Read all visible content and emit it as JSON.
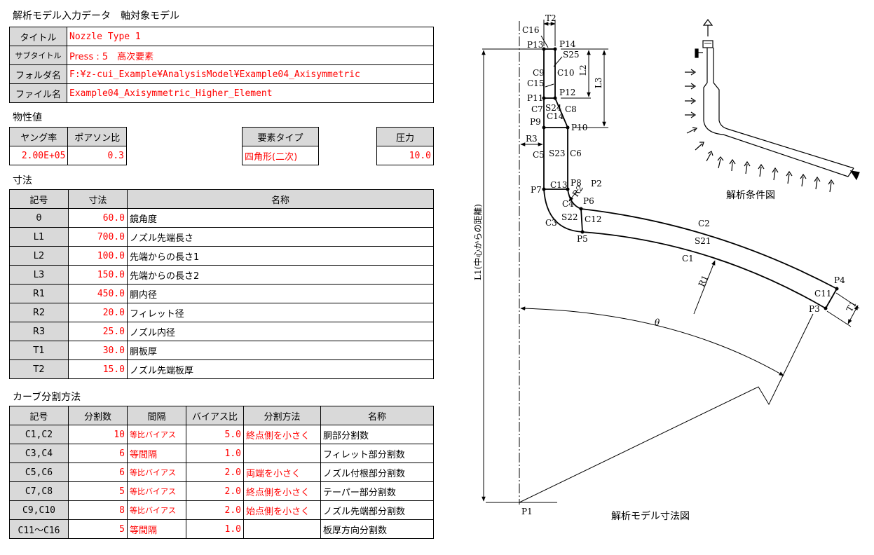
{
  "page_title": "解析モデル入力データ　軸対象モデル",
  "info": [
    {
      "label": "タイトル",
      "value": "Nozzle Type 1"
    },
    {
      "label": "サブタイトル",
      "value": "Press : 5　高次要素"
    },
    {
      "label": "フォルダ名",
      "value": "F:¥z-cui_Example¥AnalysisModel¥Example04_Axisymmetric"
    },
    {
      "label": "ファイル名",
      "value": "Example04_Axisymmetric_Higher_Element"
    }
  ],
  "material_heading": "物性値",
  "material": {
    "young_label": "ヤング率",
    "young_value": "2.00E+05",
    "poisson_label": "ポアソン比",
    "poisson_value": "0.3",
    "element_label": "要素タイプ",
    "element_value": "四角形(二次)",
    "pressure_label": "圧力",
    "pressure_value": "10.0"
  },
  "dims_heading": "寸法",
  "dims_headers": [
    "記号",
    "寸法",
    "名称"
  ],
  "dims": [
    {
      "sym": "θ",
      "val": "60.0",
      "name": "鏡角度"
    },
    {
      "sym": "L1",
      "val": "700.0",
      "name": "ノズル先端長さ"
    },
    {
      "sym": "L2",
      "val": "100.0",
      "name": "先端からの長さ1"
    },
    {
      "sym": "L3",
      "val": "150.0",
      "name": "先端からの長さ2"
    },
    {
      "sym": "R1",
      "val": "450.0",
      "name": "胴内径"
    },
    {
      "sym": "R2",
      "val": "20.0",
      "name": "フィレット径"
    },
    {
      "sym": "R3",
      "val": "25.0",
      "name": "ノズル内径"
    },
    {
      "sym": "T1",
      "val": "30.0",
      "name": "胴板厚"
    },
    {
      "sym": "T2",
      "val": "15.0",
      "name": "ノズル先端板厚"
    }
  ],
  "curve_heading": "カーブ分割方法",
  "curve_headers": [
    "記号",
    "分割数",
    "間隔",
    "バイアス比",
    "分割方法",
    "名称"
  ],
  "curves": [
    {
      "sym": "C1,C2",
      "div": "10",
      "interval": "等比バイアス",
      "bias": "5.0",
      "method": "終点側を小さく",
      "name": "胴部分割数"
    },
    {
      "sym": "C3,C4",
      "div": "6",
      "interval": "等間隔",
      "bias": "1.0",
      "method": "",
      "name": "フィレット部分割数"
    },
    {
      "sym": "C5,C6",
      "div": "6",
      "interval": "等比バイアス",
      "bias": "2.0",
      "method": "両端を小さく",
      "name": "ノズル付根部分割数"
    },
    {
      "sym": "C7,C8",
      "div": "5",
      "interval": "等比バイアス",
      "bias": "2.0",
      "method": "終点側を小さく",
      "name": "テーパー部分割数"
    },
    {
      "sym": "C9,C10",
      "div": "8",
      "interval": "等比バイアス",
      "bias": "2.0",
      "method": "始点側を小さく",
      "name": "ノズル先端部分割数"
    },
    {
      "sym": "C11～C16",
      "div": "5",
      "interval": "等間隔",
      "bias": "1.0",
      "method": "",
      "name": "板厚方向分割数"
    }
  ],
  "drawing": {
    "caption": "解析モデル寸法図",
    "condition_caption": "解析条件図",
    "labels": {
      "T2": "T2",
      "C16": "C16",
      "P13": "P13",
      "P14": "P14",
      "S25": "S25",
      "C9": "C9",
      "C10": "C10",
      "L2": "L2",
      "L3": "L3",
      "C15": "C15",
      "P11": "P11",
      "P12": "P12",
      "C7": "C7",
      "S24": "S24",
      "C8": "C8",
      "P9": "P9",
      "C14": "C14",
      "P10": "P10",
      "R3": "R3",
      "C5": "C5",
      "S23": "S23",
      "C6": "C6",
      "P7": "P7",
      "C13": "C13",
      "P8": "P8",
      "P2": "P2",
      "R2": "R2",
      "C4": "C4",
      "P6": "P6",
      "C3": "C3",
      "S22": "S22",
      "C12": "C12",
      "P5": "P5",
      "C2": "C2",
      "S21": "S21",
      "C1": "C1",
      "R1": "R1",
      "P4": "P4",
      "C11": "C11",
      "P3": "P3",
      "T1": "T1",
      "theta": "θ",
      "L1": "L1(中心からの距離)",
      "P1": "P1"
    }
  }
}
